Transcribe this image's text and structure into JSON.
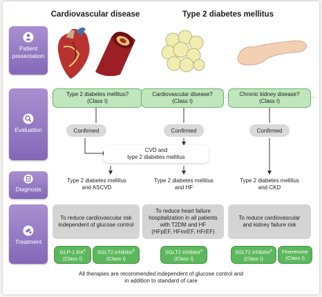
{
  "columns": {
    "cvd": "Cardiovascular disease",
    "t2dm": "Type 2 diabetes mellitus"
  },
  "rows": {
    "presentation": "Patient presentation",
    "evaluation": "Evaluation",
    "diagnosis": "Diagnosis",
    "treatment": "Treatment"
  },
  "evaluation": {
    "q1_line1": "Type 2 diabetes mellitus?",
    "q1_line2": "(Class I)",
    "q2_line1": "Cardiovascular disease?",
    "q2_line2": "(Class I)",
    "q3_line1": "Chronic kidney disease?",
    "q3_line2": "(Class I)",
    "confirmed": "Confirmed",
    "combined_line1": "CVD and",
    "combined_line2": "type 2 diabetes mellitus"
  },
  "diagnosis": {
    "d1_line1": "Type 2 diabetes mellitus",
    "d1_line2": "and ASCVD",
    "d2_line1": "Type 2 diabetes mellitus",
    "d2_line2": "and HF",
    "d3_line1": "Type 2 diabetes mellitus",
    "d3_line2": "and CKD"
  },
  "treatment": {
    "t1_line1": "To reduce cardiovascular risk",
    "t1_line2": "independent of glucose control",
    "t2_line1": "To reduce heart failure",
    "t2_line2": "hospitalization in all patients",
    "t2_line3": "with T2DM and HF",
    "t2_line4": "(HFpEF, HFmrEF, HFrEF)",
    "t3_line1": "To reduce cardiovascular",
    "t3_line2": "and kidney failure risk",
    "drug1_name": "GLP-1 RA",
    "drug1_sup": "a",
    "drug1_class": "(Class I)",
    "drug2_name": "SGLT2 inhibitor",
    "drug2_sup": "b",
    "drug2_class": "(Class I)",
    "drug3_name": "SGLT2 inhibitor",
    "drug3_sup": "a",
    "drug3_class": "(Class I)",
    "drug4_name": "SGLT2 inhibitor",
    "drug4_sup": "b",
    "drug4_class": "(Class I)",
    "drug5_name": "Finerenone",
    "drug5_class": "(Class I)"
  },
  "footer": {
    "line1": "All therapies are recommended independent of glucose control and",
    "line2": "in addition to standard of care"
  },
  "icons": [
    "patient-icon",
    "magnifier-icon",
    "clipboard-icon",
    "pills-icon",
    "heart-image",
    "artery-image",
    "fat-cells-image",
    "pancreas-image"
  ],
  "colors": {
    "side_panel": "#8f74c0",
    "green_box": "#bfe6bc",
    "drug_box": "#5db85d",
    "gray_box": "#d9d9d9"
  }
}
